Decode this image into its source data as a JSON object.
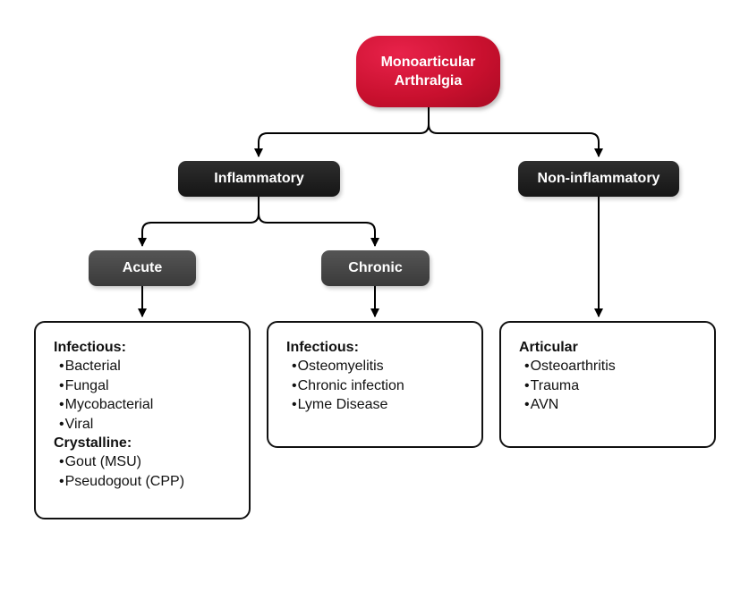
{
  "root": {
    "label": "Monoarticular Arthralgia"
  },
  "level1": {
    "inflammatory": "Inflammatory",
    "non_inflammatory": "Non-inflammatory"
  },
  "level2": {
    "acute": "Acute",
    "chronic": "Chronic"
  },
  "boxes": {
    "acute": {
      "groups": [
        {
          "heading": "Infectious:",
          "items": [
            "Bacterial",
            "Fungal",
            "Mycobacterial",
            "Viral"
          ]
        },
        {
          "heading": "Crystalline:",
          "items": [
            "Gout (MSU)",
            "Pseudogout (CPP)"
          ]
        }
      ]
    },
    "chronic": {
      "groups": [
        {
          "heading": "Infectious:",
          "items": [
            "Osteomyelitis",
            "Chronic infection",
            "Lyme Disease"
          ]
        }
      ]
    },
    "non_inflammatory": {
      "groups": [
        {
          "heading": "Articular",
          "items": [
            "Osteoarthritis",
            "Trauma",
            "AVN"
          ]
        }
      ]
    }
  },
  "colors": {
    "root_fill": "#c8102e",
    "level1_fill": "#1c1c1c",
    "level2_fill": "#454545",
    "connector": "#000000",
    "box_border": "#111111"
  }
}
